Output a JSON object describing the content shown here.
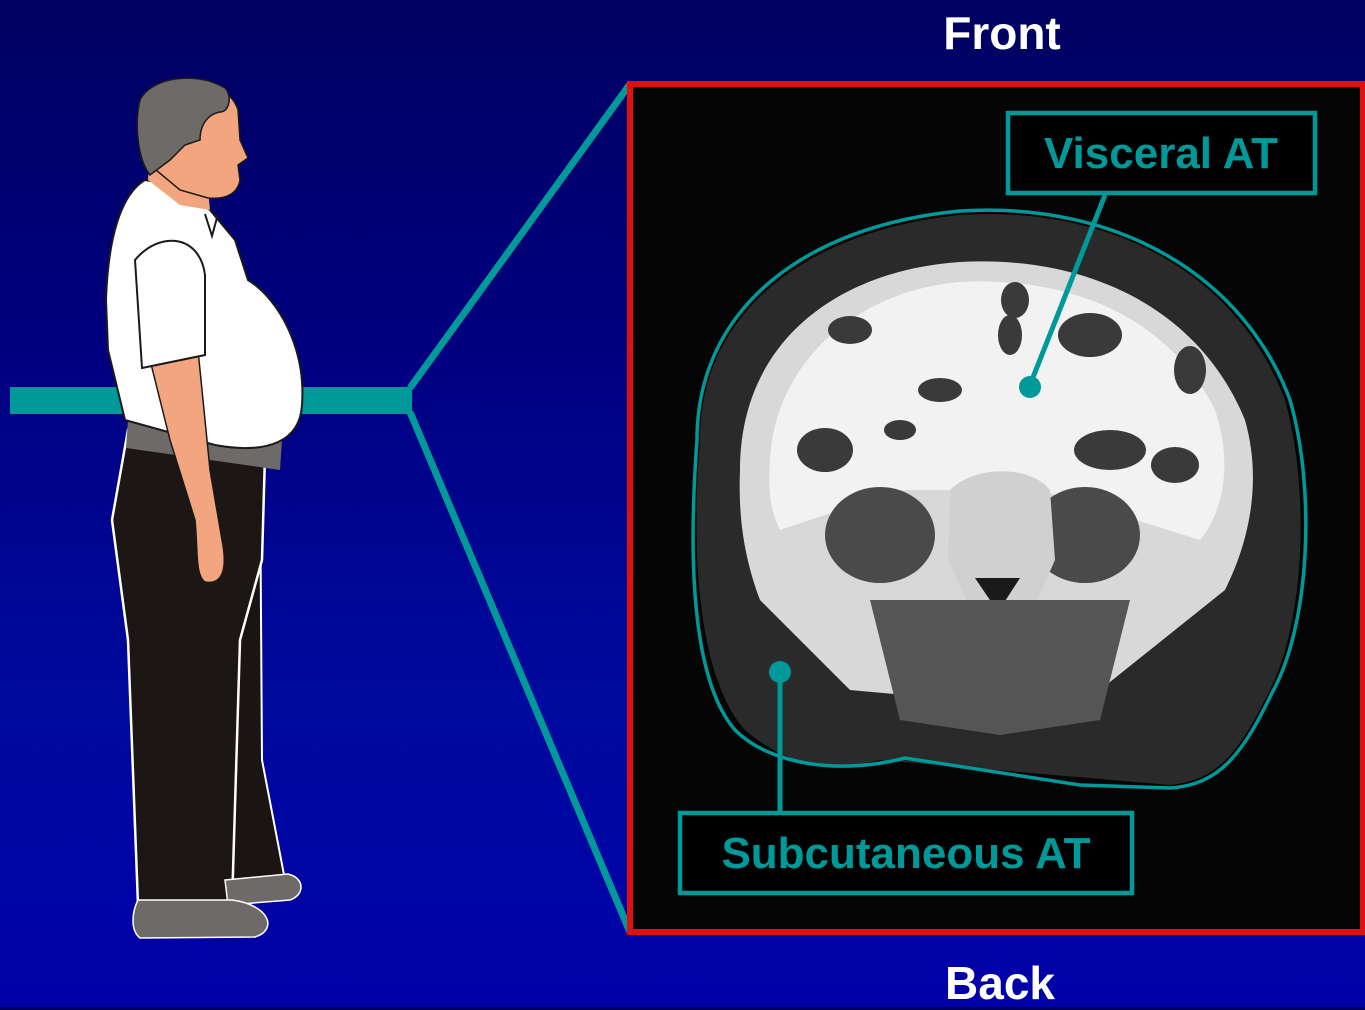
{
  "labels": {
    "front": "Front",
    "back": "Back",
    "visceral": "Visceral AT",
    "subcutaneous": "Subcutaneous AT"
  },
  "colors": {
    "background": "#00008a",
    "teal": "#009999",
    "frame_red": "#e01010",
    "scan_black": "#050505"
  }
}
